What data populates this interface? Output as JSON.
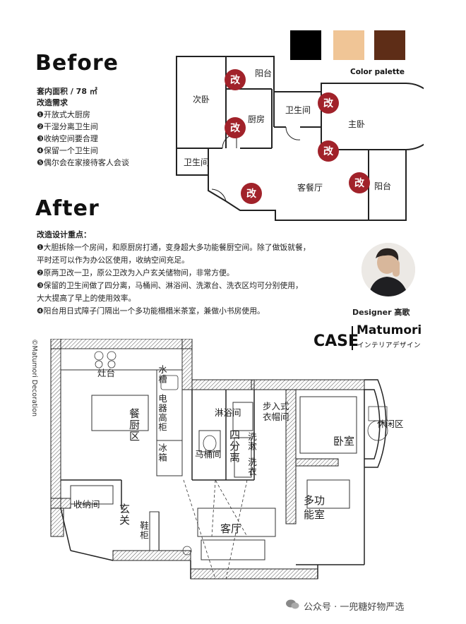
{
  "before": {
    "title": "Before",
    "area": "套内面积 / 78 ㎡",
    "needs_title": "改造需求",
    "needs": [
      "❶开放式大厨房",
      "❷干湿分离卫生间",
      "❸收纳空间要合理",
      "❹保留一个卫生间",
      "❺偶尔会在家接待客人会谈"
    ],
    "rooms": {
      "balcony_top": "阳台",
      "second_bedroom": "次卧",
      "kitchen": "厨房",
      "bathroom_top": "卫生间",
      "master_bedroom": "主卧",
      "bathroom_left": "卫生间",
      "living_dining": "客餐厅",
      "balcony_right": "阳台"
    },
    "mark": "改"
  },
  "palette": {
    "label": "Color palette",
    "colors": [
      "#000000",
      "#f0c596",
      "#5e2d17"
    ]
  },
  "after": {
    "title": "After",
    "points_title": "改造设计重点：",
    "points": [
      "❶大胆拆除一个房间，和原厨房打通，变身超大多功能餐厨空间。除了做饭就餐，",
      "平时还可以作为办公区使用，收纳空间充足。",
      "❷原两卫改一卫，原公卫改为入户玄关储物间，非常方便。",
      "❸保留的卫生间做了四分离，马桶间、淋浴间、洗漱台、洗衣区均可分别使用，",
      "大大提高了早上的使用效率。",
      "❹阳台用日式障子门隔出一个多功能榻榻米茶室，兼做小书房使用。"
    ],
    "designer": "Designer 高歌",
    "rooms": {
      "stove": "灶台",
      "sink": "水槽",
      "appliance_cabinet": "电器高柜",
      "fridge": "冰箱",
      "kitchen_dining": "餐厨区",
      "storage": "收纳间",
      "entry": "玄关",
      "shoe_cabinet": "鞋柜",
      "shower": "淋浴间",
      "toilet": "马桶间",
      "four_sep": "四分离",
      "wash": "洗漱",
      "laundry": "洗衣",
      "walkin": "步入式衣帽间",
      "bedroom": "卧室",
      "leisure": "休闲区",
      "multi": "多功能室",
      "living": "客厅"
    },
    "copyright": "©Matumori Decoration"
  },
  "logo": {
    "case": "CASE",
    "brand": "Matumori",
    "sub": "インテリアデザイン"
  },
  "footer": "公众号 · 一兜糖好物严选"
}
